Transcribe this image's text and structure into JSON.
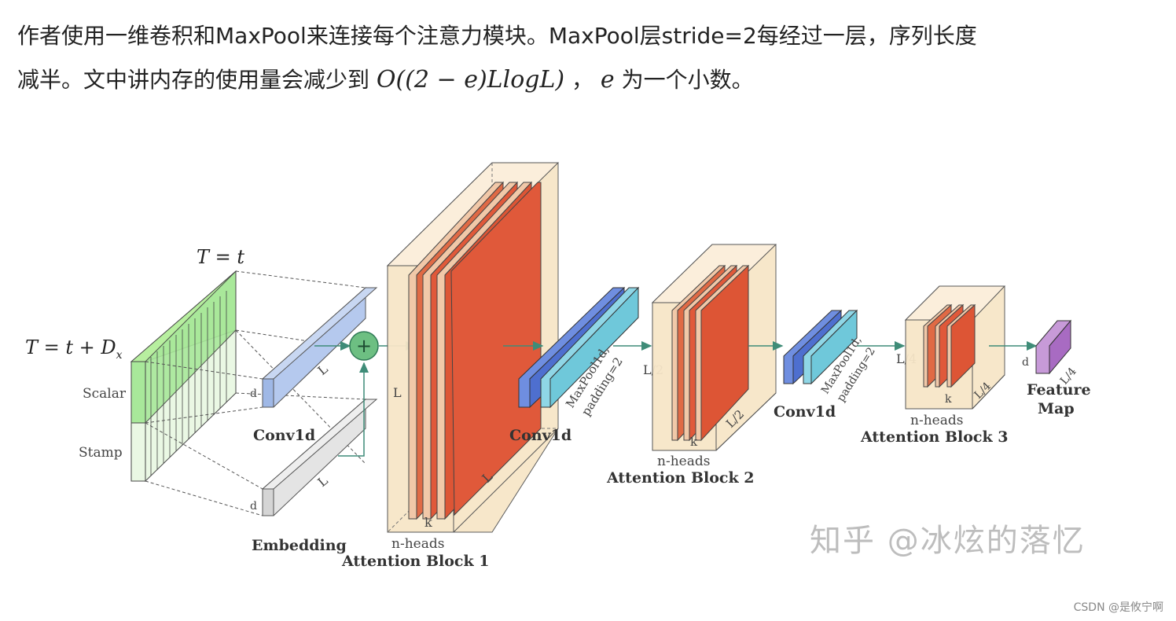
{
  "paragraph": {
    "line1": "作者使用一维卷积和MaxPool来连接每个注意力模块。MaxPool层stride=2每经过一层，序列长度",
    "line2_a": "减半。文中讲内存的使用量会减少到",
    "line2_math": "O((2 − e)LlogL)",
    "line2_b": "，",
    "line2_e": "e",
    "line2_c": "为一个小数。"
  },
  "diagram": {
    "t_top": "T = t",
    "t_left": "T = t + D",
    "t_left_sub": "x",
    "scalar": "Scalar",
    "stamp": "Stamp",
    "d": "d",
    "L": "L",
    "k": "k",
    "n_heads": "n-heads",
    "half": "L/2",
    "quarter": "L/4",
    "conv1d": "Conv1d",
    "embedding": "Embedding",
    "maxpool": "MaxPool1d,",
    "padding": "padding=2",
    "attn1": "Attention Block 1",
    "attn2": "Attention Block 2",
    "attn3": "Attention Block 3",
    "feature": "Feature",
    "map": "Map",
    "plus": "+"
  },
  "watermark": "知乎 @冰炫的落忆",
  "csdn": "CSDN @是攸宁啊",
  "colors": {
    "green": "#a8e89a",
    "blue": "#9fb8e6",
    "cyan": "#8fd6e6",
    "orange": "#e0593a",
    "beige": "#f7e6c8",
    "gray": "#d9d9d9",
    "purple": "#a86bc2"
  }
}
